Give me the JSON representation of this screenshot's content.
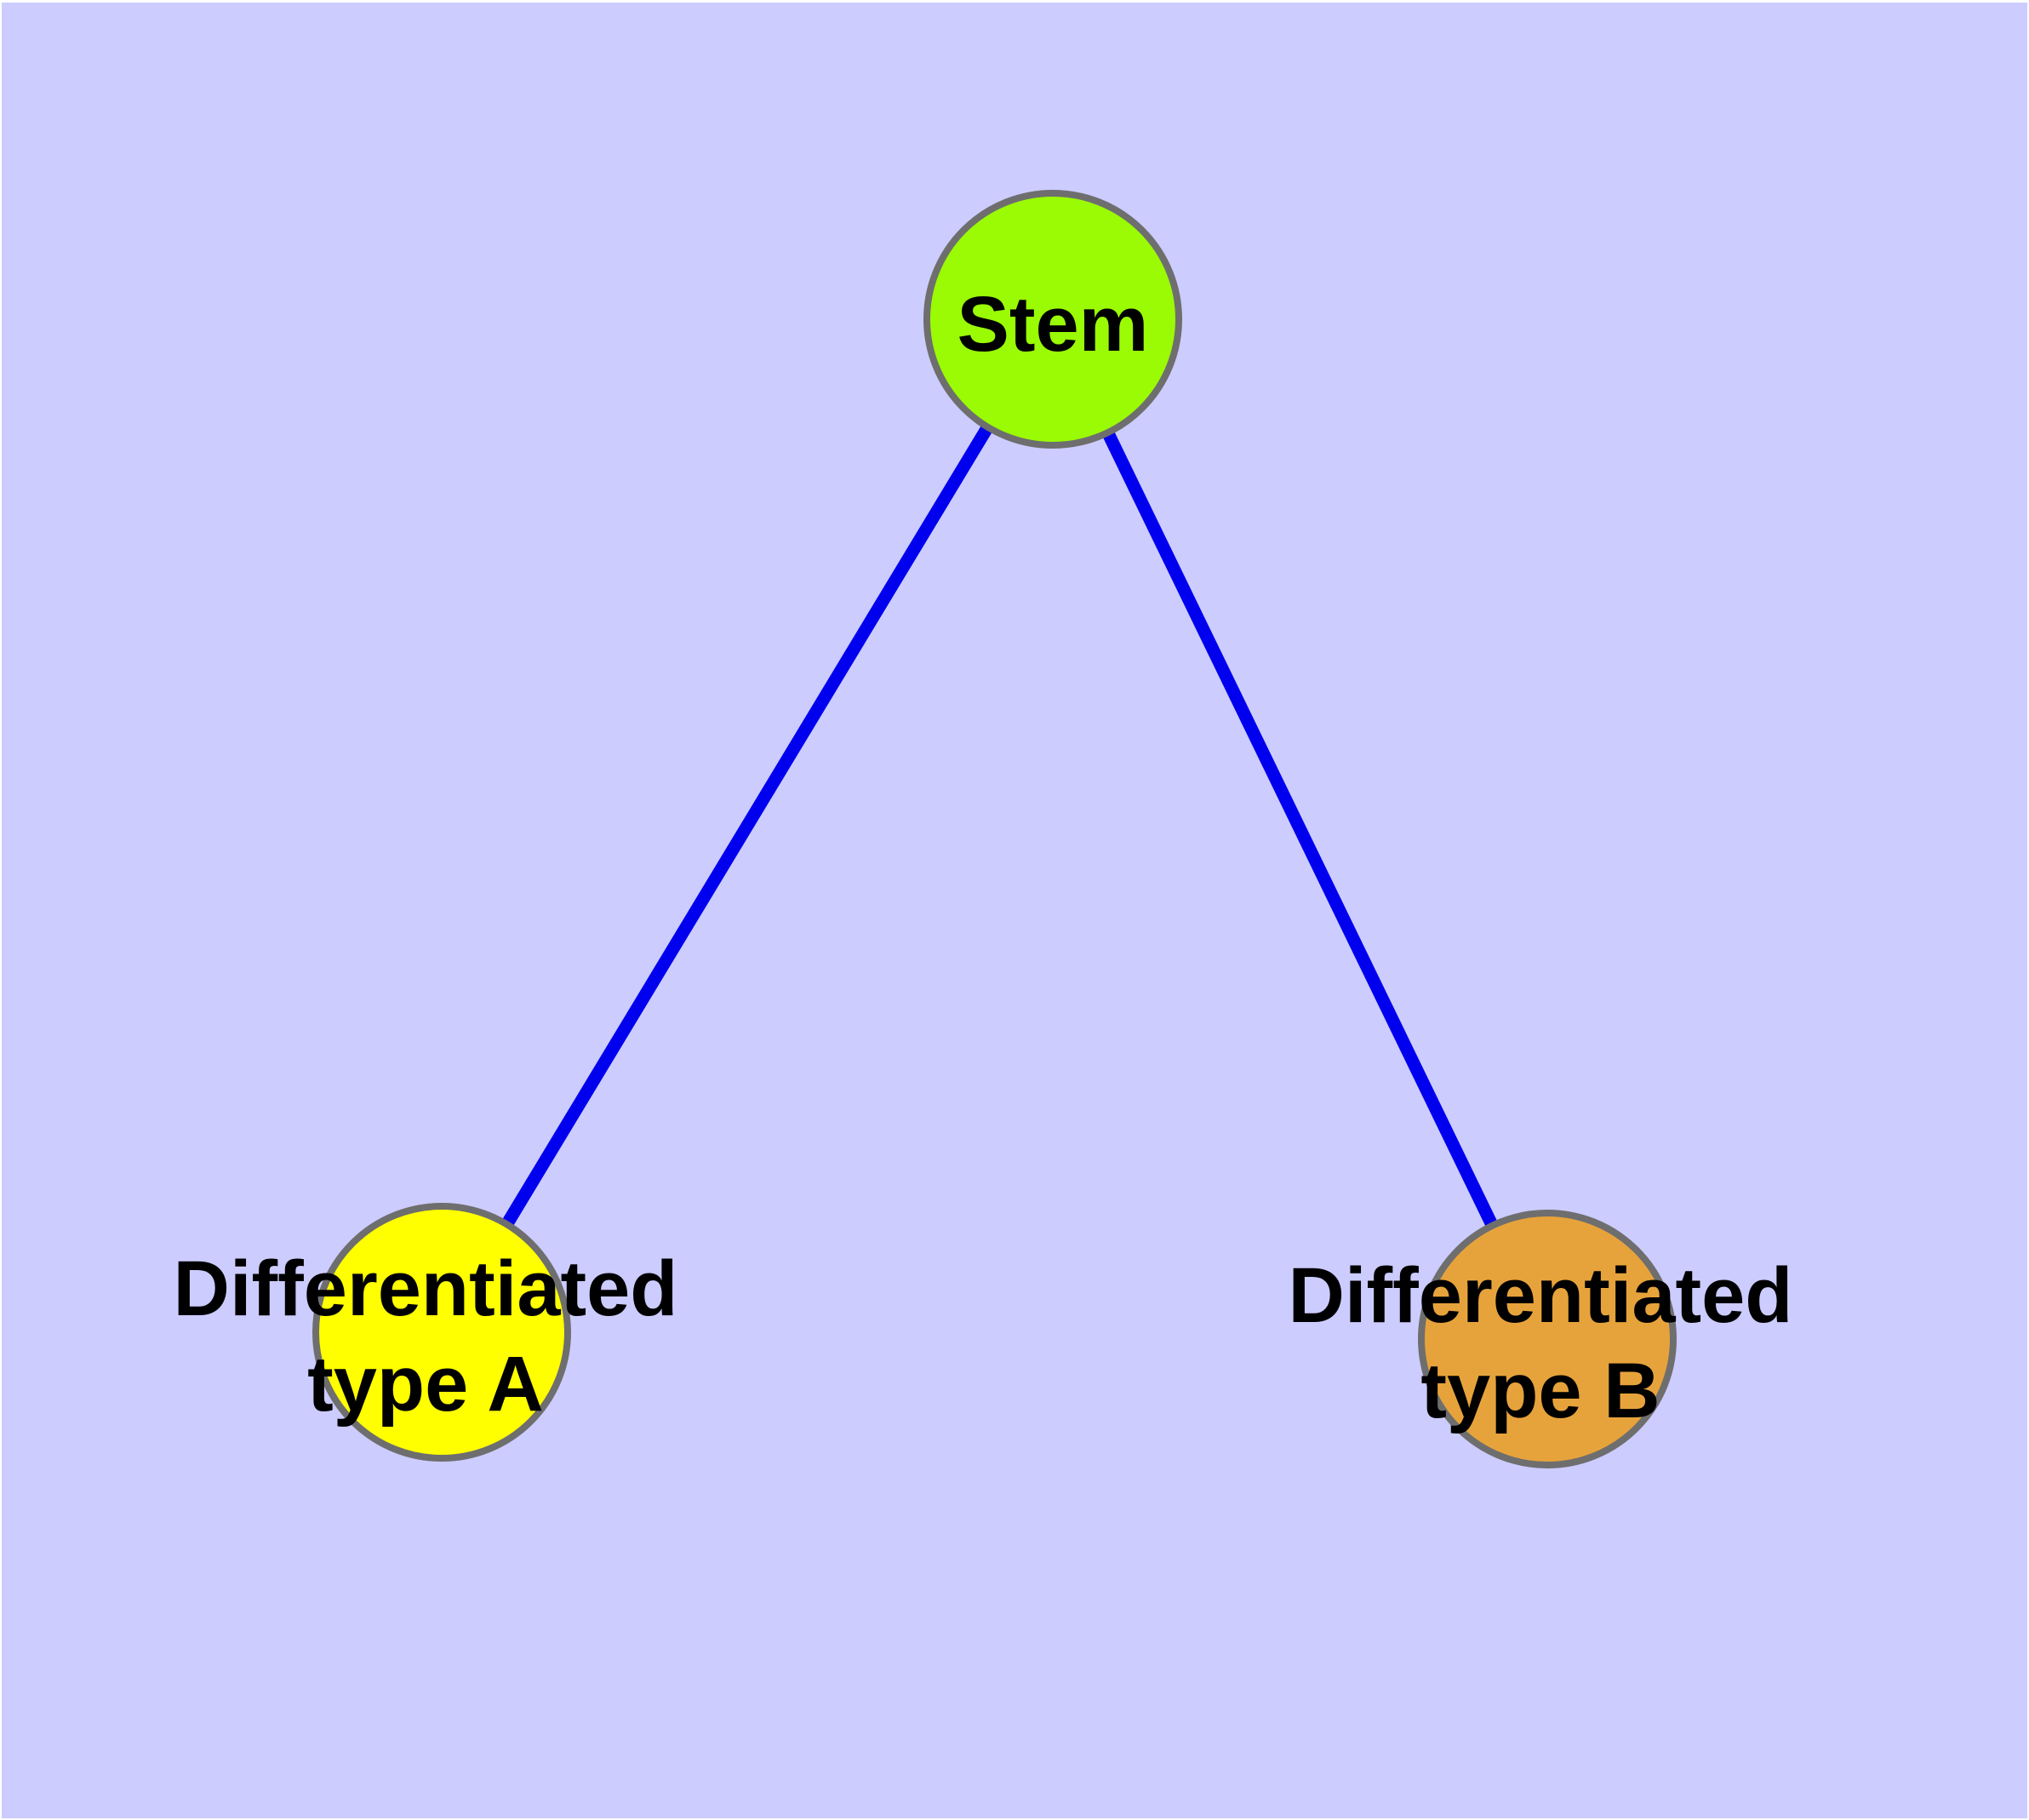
{
  "diagram": {
    "type": "graph",
    "background_color": "#CCCCFF",
    "frame_color": "#FFFFFF",
    "edge_color": "#0000EE",
    "edge_width": 15,
    "node_border_color": "#6E6E6E",
    "node_border_width": 8,
    "label_color": "#000000",
    "nodes": [
      {
        "id": "stem",
        "label": "Stem",
        "fill": "#9AFB04"
      },
      {
        "id": "differentiated-type-a",
        "label_line1": "Differentiated",
        "label_line2": "type A",
        "fill": "#FFFF00"
      },
      {
        "id": "differentiated-type-b",
        "label_line1": "Differentiated",
        "label_line2": "type B",
        "fill": "#E7A33B"
      }
    ],
    "edges": [
      {
        "from": "Stem",
        "to": "Differentiated type A"
      },
      {
        "from": "Stem",
        "to": "Differentiated type B"
      }
    ]
  }
}
